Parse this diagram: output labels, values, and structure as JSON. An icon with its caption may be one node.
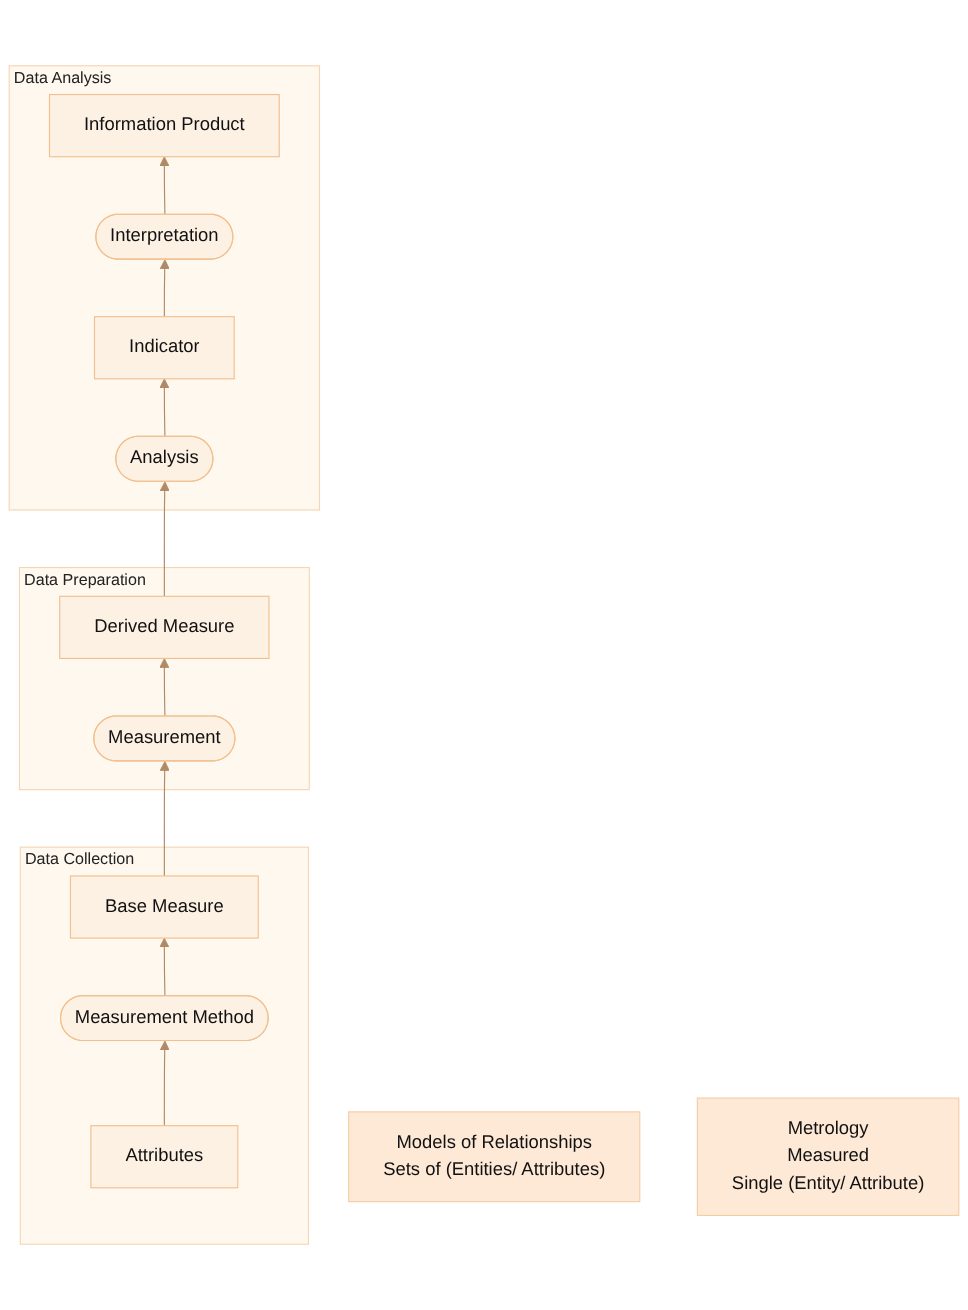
{
  "diagram": {
    "nodes": [
      {
        "text": [
          "Models of Relationships",
          "Sets of (Entities/ Attributes)"
        ]
      },
      {
        "text": [
          "Data Analysis"
        ]
      },
      {
        "text": [
          "Information Product"
        ],
        "in": 1
      },
      {
        "text": [
          "Interpretation"
        ],
        "in": 1
      },
      {
        "text": [
          "Indicator"
        ],
        "in": 1
      },
      {
        "text": [
          "Analysis"
        ],
        "in": 1
      },
      {
        "text": [
          "Data Preparation"
        ]
      },
      {
        "text": [
          "Derived Measure"
        ],
        "in": 6
      },
      {
        "text": [
          "Measurement"
        ],
        "in": 6
      },
      {
        "text": [
          "Metrology",
          "Measured",
          "Single (Entity/ Attribute)"
        ]
      },
      {
        "text": [
          "Data Collection"
        ]
      },
      {
        "text": [
          "Base Measure"
        ],
        "in": 10
      },
      {
        "text": [
          "Measurement Method"
        ],
        "in": 10
      },
      {
        "text": [
          "Attributes"
        ],
        "in": 10
      }
    ],
    "edges": [
      {
        "from": 13,
        "to": 12,
        "arrow": "to"
      },
      {
        "from": 12,
        "to": 11,
        "arrow": "to"
      },
      {
        "from": 11,
        "to": 8,
        "arrow": "to"
      },
      {
        "from": 8,
        "to": 7,
        "arrow": "to"
      },
      {
        "from": 7,
        "to": 5,
        "arrow": "to"
      },
      {
        "from": 5,
        "to": 4,
        "arrow": "to"
      },
      {
        "from": 4,
        "to": 3,
        "arrow": "to"
      },
      {
        "from": 3,
        "to": 2,
        "arrow": "to"
      }
    ]
  }
}
